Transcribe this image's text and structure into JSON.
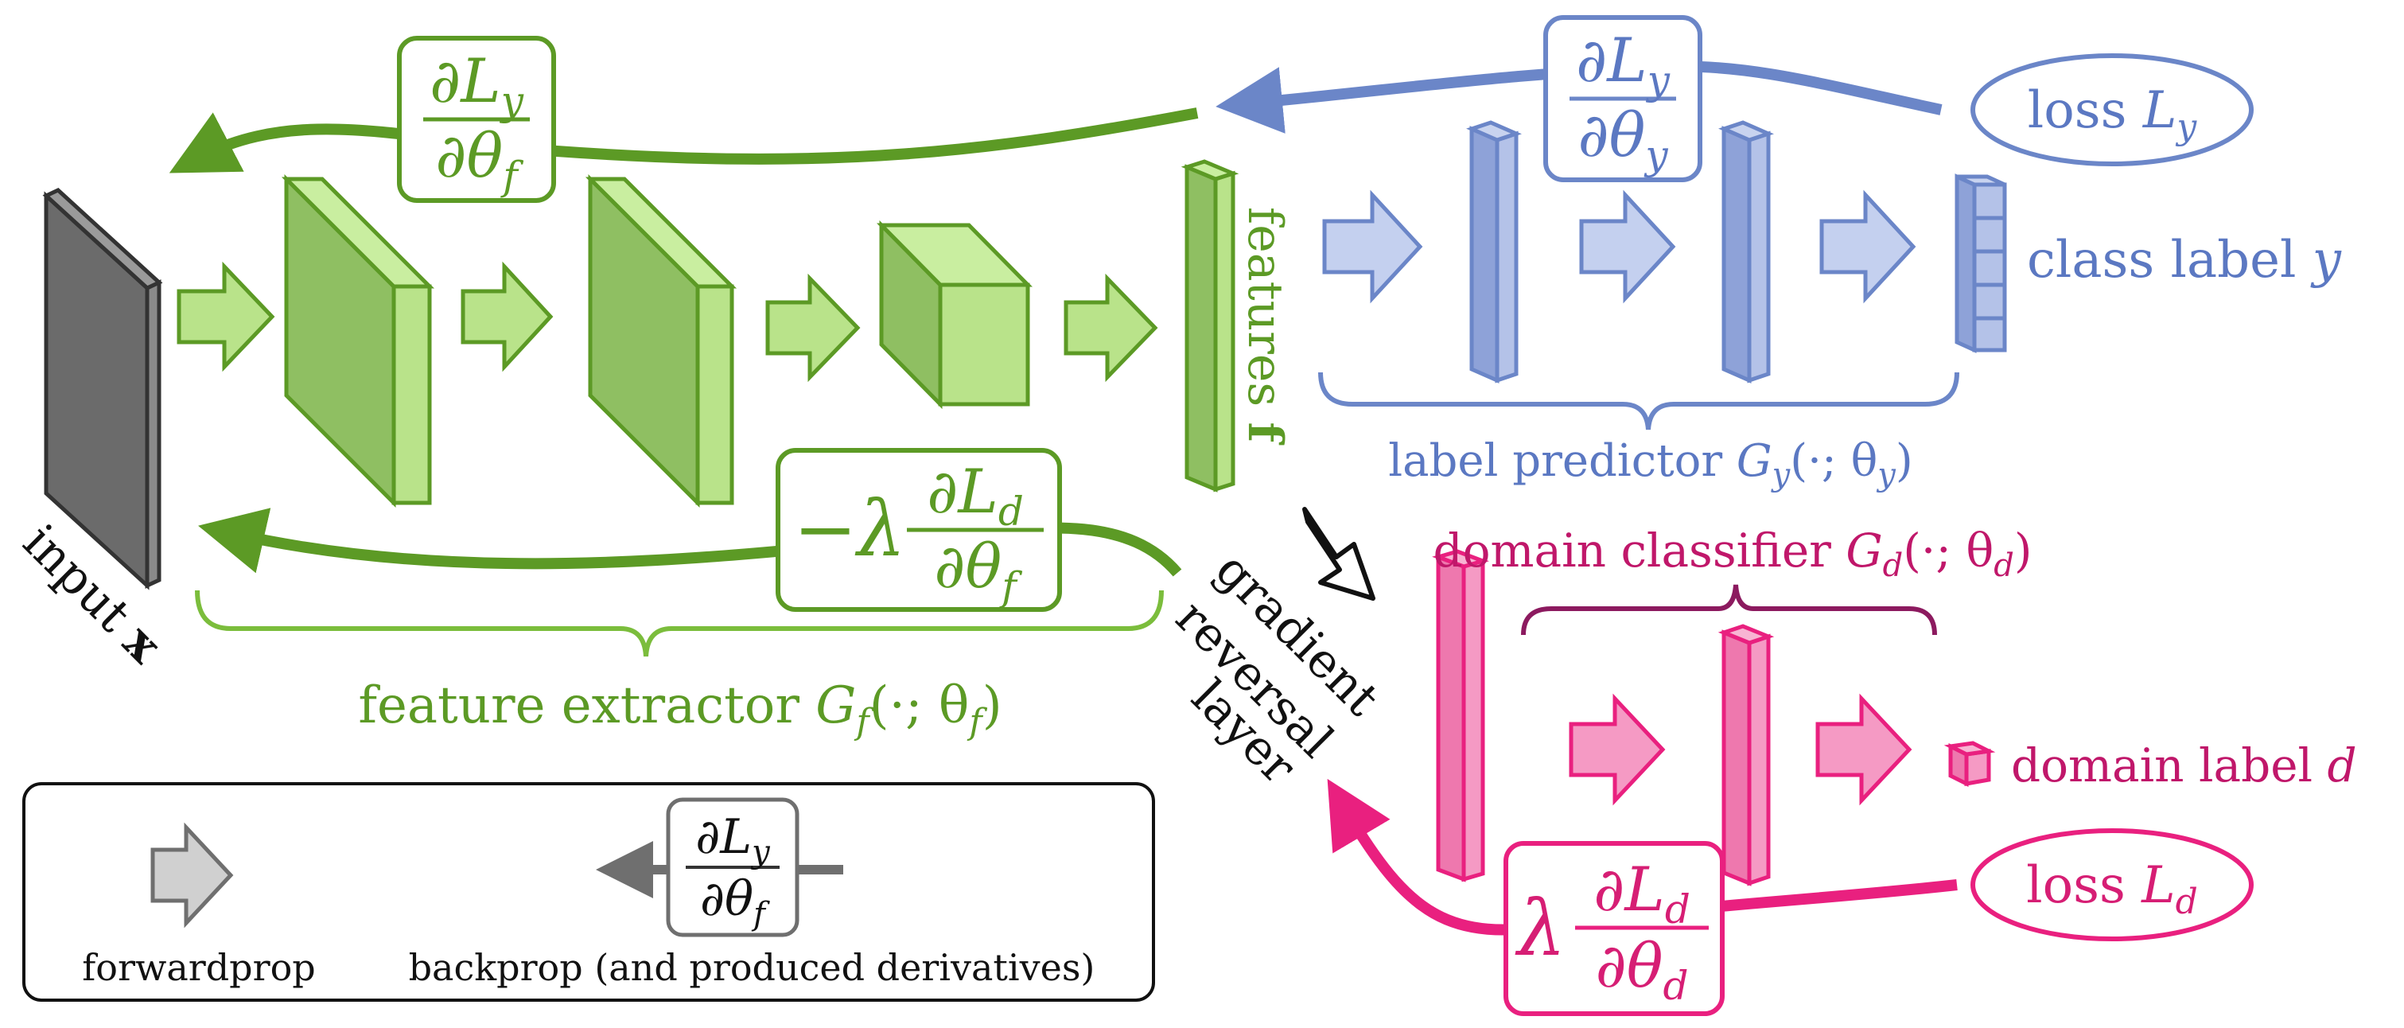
{
  "colors": {
    "green": "#5c9a25",
    "green_fill": "#8fbf62",
    "green_light": "#b9e38a",
    "blue": "#6b86c8",
    "blue_text": "#5b78c2",
    "blue_fill": "#9fb2e0",
    "pink": "#e9207f",
    "pink_dark": "#c0176a",
    "pink_fill": "#f59ac4",
    "gray": "#6f6f6f",
    "black": "#111111"
  },
  "labels": {
    "input": "input",
    "input_var": "x",
    "features": "features",
    "features_var": "f",
    "feature_extractor": "feature extractor",
    "feature_extractor_fn": "G",
    "feature_extractor_sub": "f",
    "feature_extractor_args": "(·; θ",
    "label_predictor": "label predictor",
    "label_predictor_fn": "G",
    "label_predictor_sub": "y",
    "label_predictor_args": "(·; θ",
    "domain_classifier": "domain classifier",
    "domain_classifier_fn": "G",
    "domain_classifier_sub": "d",
    "domain_classifier_args": "(·; θ",
    "close_paren": ")",
    "class_label": "class label",
    "class_label_var": "y",
    "domain_label": "domain label",
    "domain_label_var": "d",
    "loss": "loss",
    "loss_y_var": "L",
    "loss_y_sub": "y",
    "loss_d_var": "L",
    "loss_d_sub": "d",
    "grl_line1": "gradient",
    "grl_line2": "reversal",
    "grl_line3": "layer"
  },
  "derivatives": {
    "partial": "∂",
    "theta": "θ",
    "L": "L",
    "lambda": "λ",
    "minus_lambda": "−λ",
    "sub_y": "y",
    "sub_d": "d",
    "sub_f": "f"
  },
  "legend": {
    "forwardprop": "forwardprop",
    "backprop": "backprop (and produced derivatives)"
  }
}
